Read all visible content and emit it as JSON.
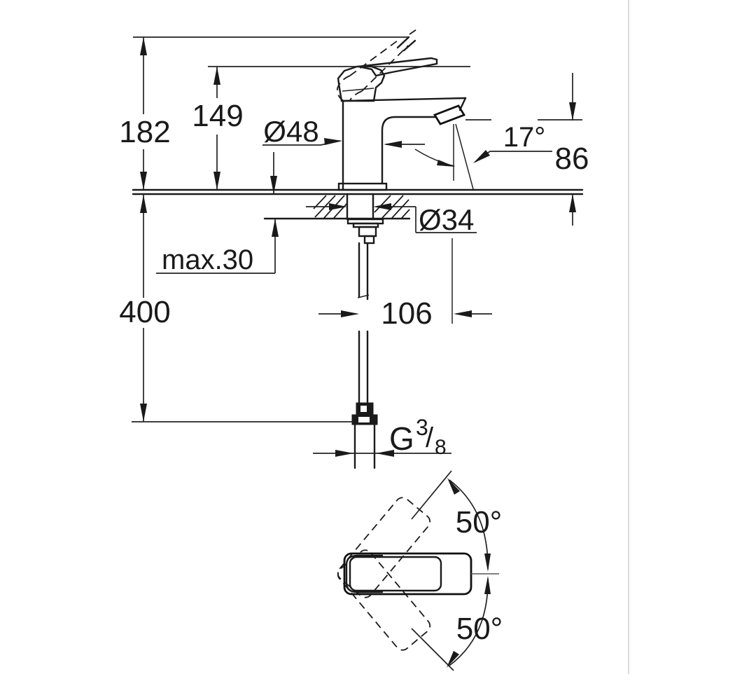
{
  "drawing": {
    "type": "technical-dimension-drawing",
    "product": "single-lever basin mixer faucet, side elevation with mounting section and handle swivel top view",
    "units": "mm",
    "dimensions": {
      "overall_height": "182",
      "lever_height": "149",
      "body_diameter": "Ø48",
      "spout_angle": "17°",
      "spout_outlet_height": "86",
      "mounting_hole_diameter": "Ø34",
      "max_deck_thickness": "max.30",
      "supply_pipe_length": "400",
      "spout_projection": "106",
      "swivel_angle_up": "50°",
      "swivel_angle_down": "50°",
      "thread": {
        "letter": "G",
        "numerator": "3",
        "slash": "/",
        "denominator": "8"
      }
    },
    "panel": {
      "divider_color": "#dcdcdc"
    }
  }
}
